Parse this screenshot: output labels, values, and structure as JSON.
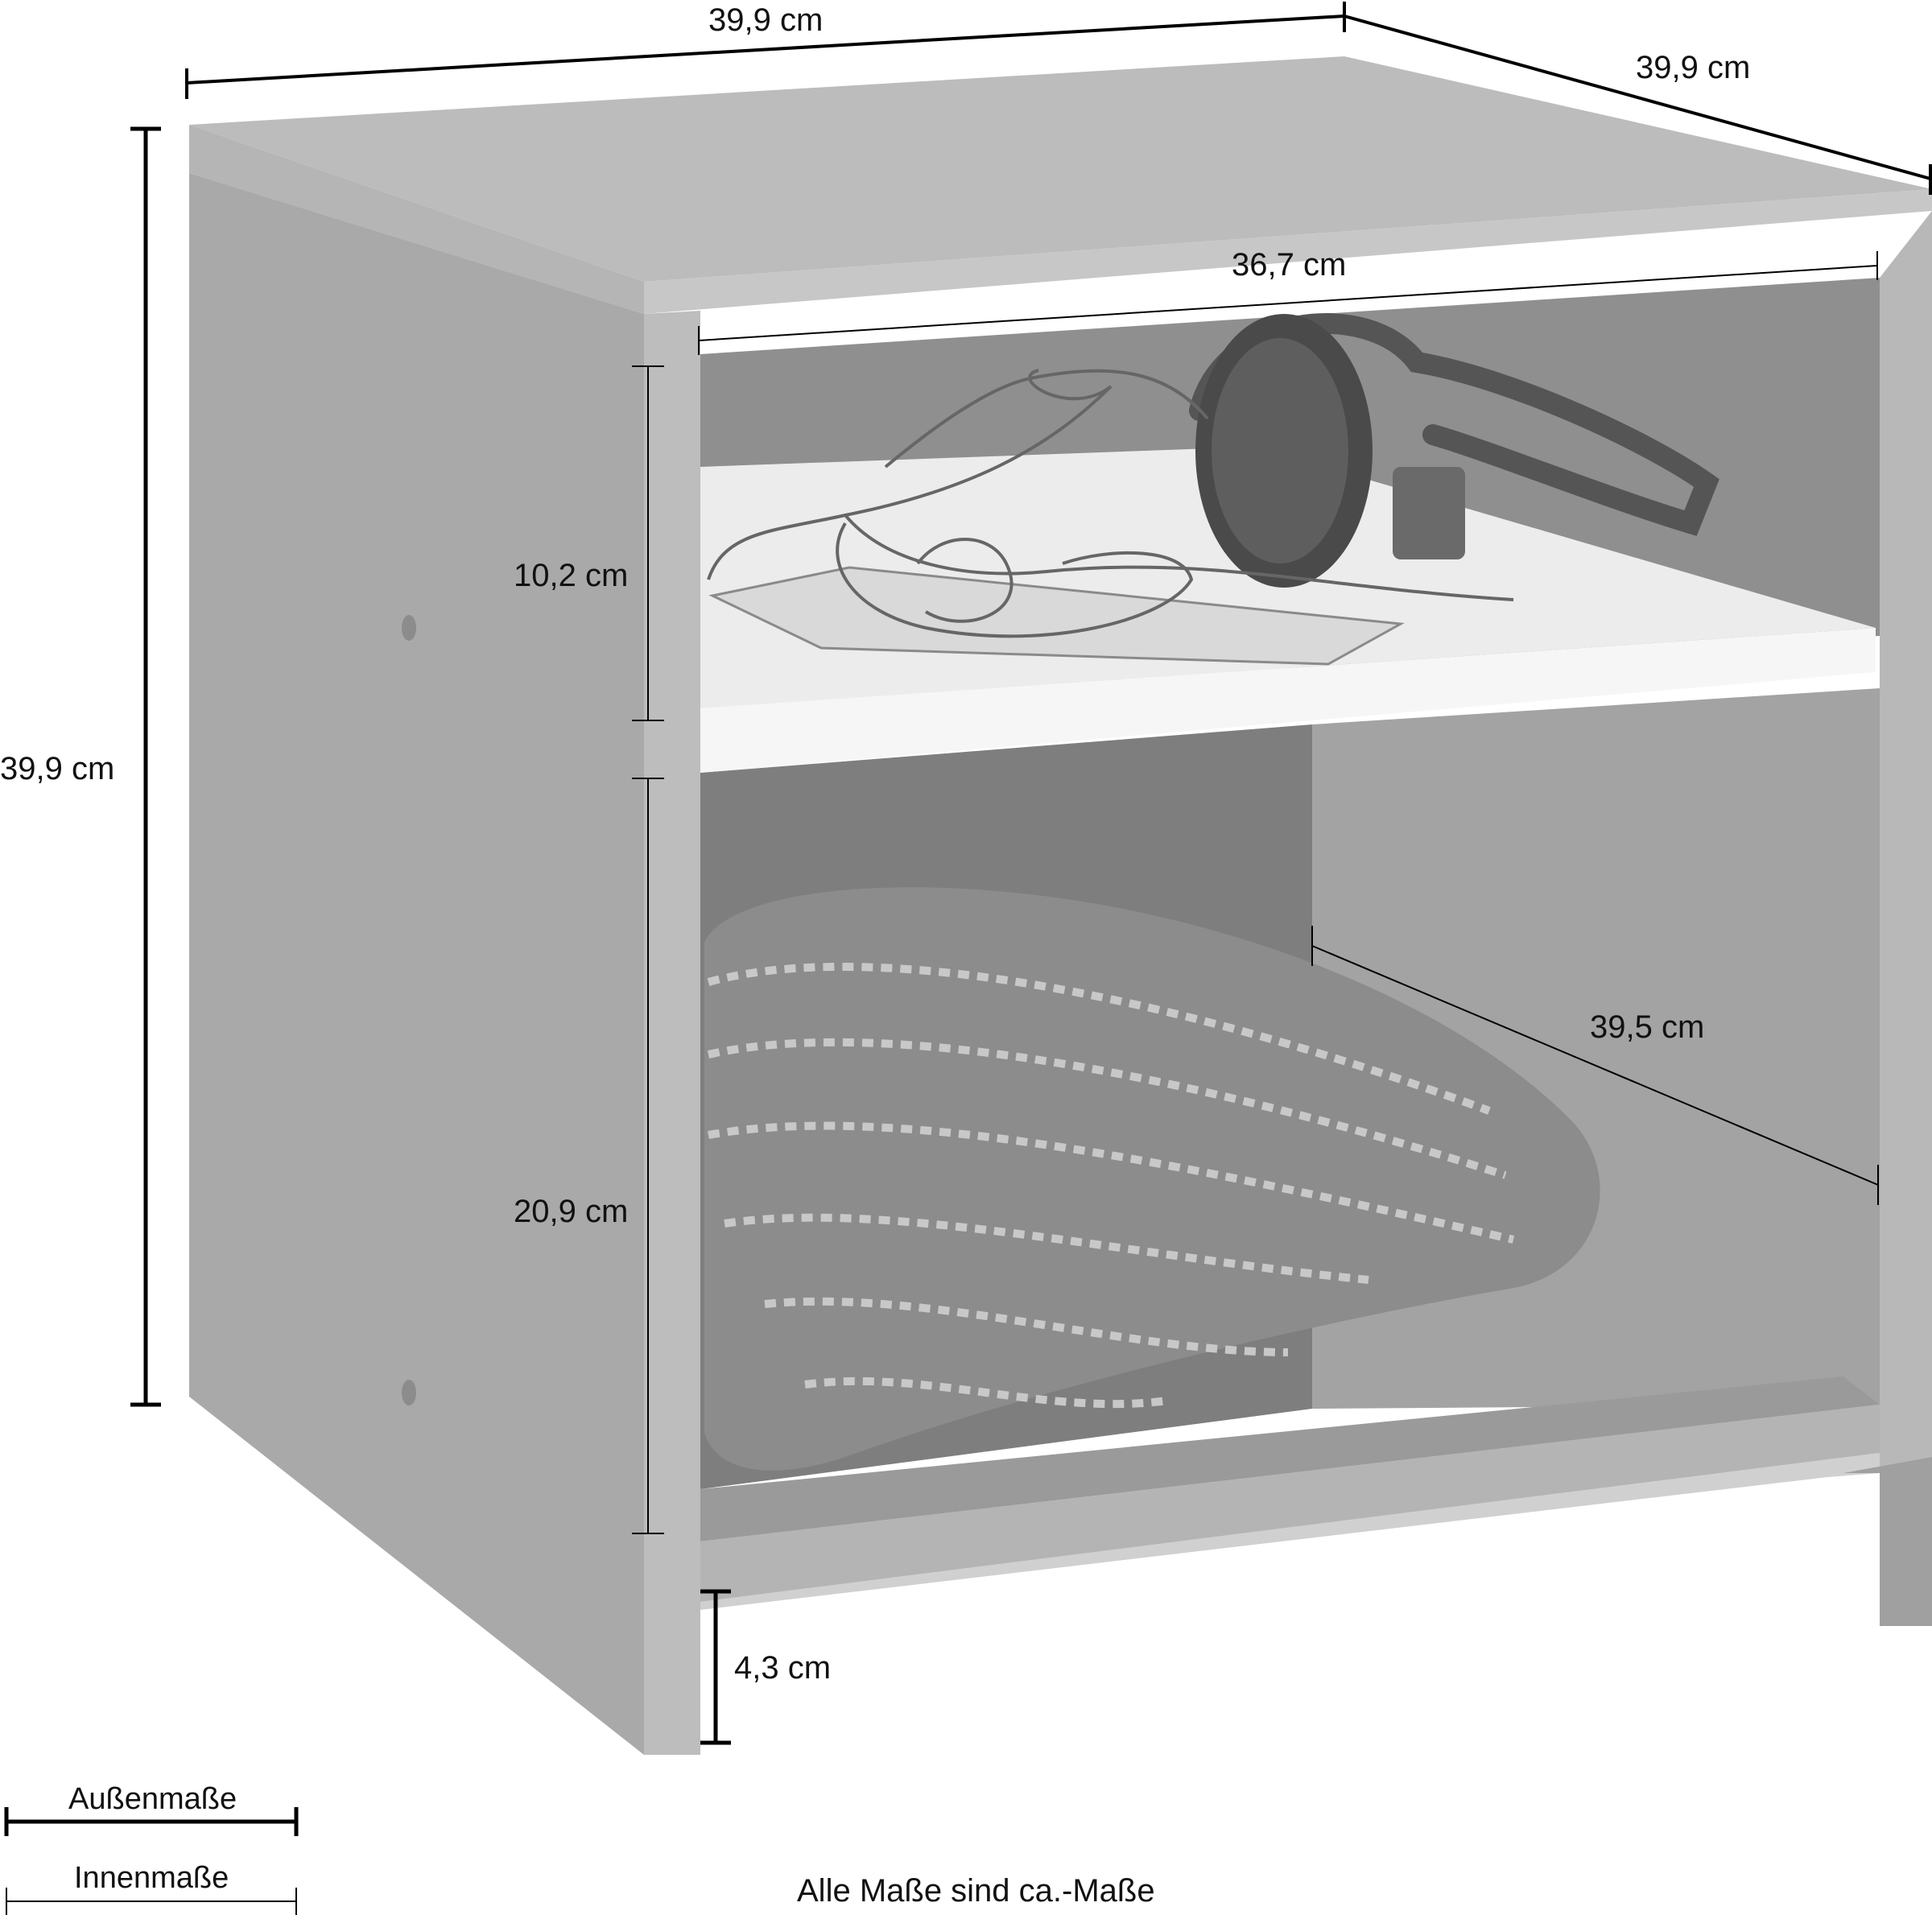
{
  "dimensions": {
    "top_width": "39,9 cm",
    "top_depth": "39,9 cm",
    "outer_height": "39,9 cm",
    "inner_width": "36,7 cm",
    "upper_compartment_height": "10,2 cm",
    "lower_compartment_height": "20,9 cm",
    "inner_depth": "39,5 cm",
    "floor_clearance": "4,3 cm"
  },
  "legend": {
    "outer_label": "Außenmaße",
    "inner_label": "Innenmaße"
  },
  "footer": {
    "note": "Alle Maße sind ca.-Maße"
  },
  "colors": {
    "panel_front": "#b3b3b3",
    "panel_top": "#bdbdbd",
    "panel_side": "#a8a8a8",
    "interior": "#9e9e9e",
    "shelf_light": "#f2f2f2",
    "dimension_line": "#000000"
  }
}
